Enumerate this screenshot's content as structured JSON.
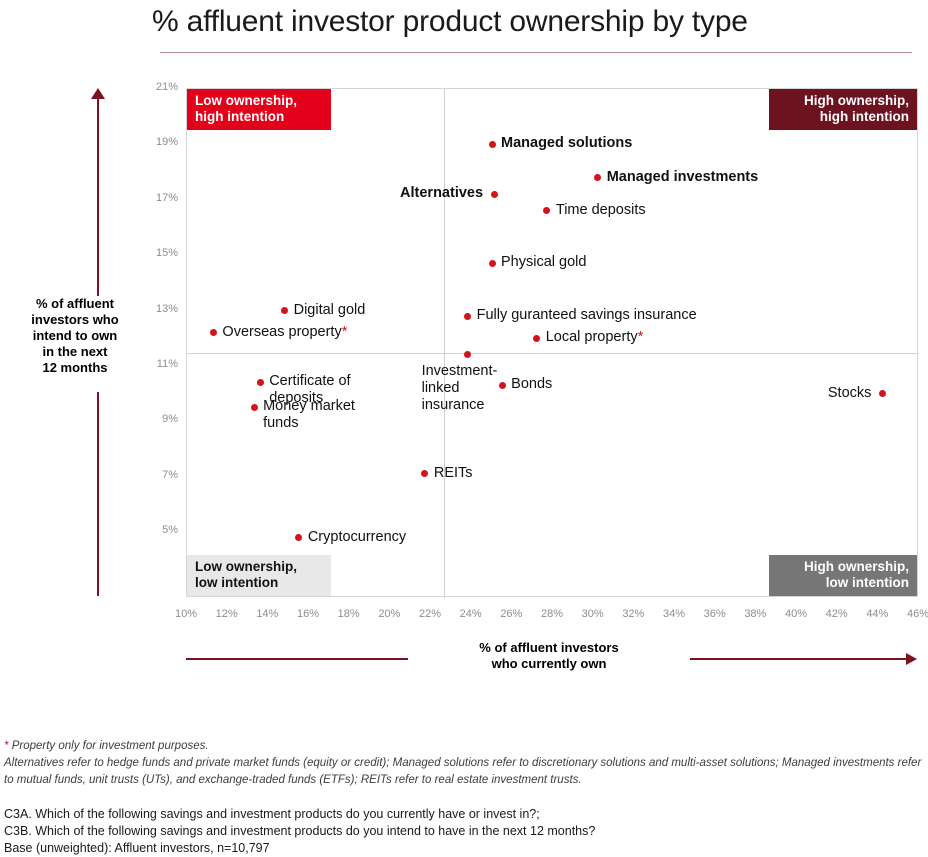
{
  "title": "% affluent investor product ownership by type",
  "axes": {
    "y_title": "% of affluent\ninvestors who\nintend to own\nin the next\n12 months",
    "x_title": "% of affluent investors\nwho currently own",
    "y_ticks": [
      "21%",
      "19%",
      "17%",
      "15%",
      "13%",
      "11%",
      "9%",
      "7%",
      "5%"
    ],
    "x_ticks": [
      "10%",
      "12%",
      "14%",
      "16%",
      "18%",
      "20%",
      "22%",
      "24%",
      "26%",
      "28%",
      "30%",
      "32%",
      "34%",
      "36%",
      "38%",
      "40%",
      "42%",
      "44%",
      "46%"
    ]
  },
  "quadrants": {
    "top_left": "Low ownership,\nhigh intention",
    "top_right": "High ownership,\nhigh intention",
    "bottom_left": "Low ownership,\nlow intention",
    "bottom_right": "High ownership,\nlow intention"
  },
  "footnotes": {
    "asterisk_note": "Property only for investment purposes.",
    "definitions": "Alternatives refer to hedge funds and private market funds (equity or credit); Managed solutions refer to discretionary solutions and multi-asset solutions; Managed investments refer to mutual funds, unit trusts (UTs), and exchange-traded funds (ETFs); REITs refer to real estate investment trusts.",
    "source": "C3A. Which of the following savings and investment products do you currently have or invest in?;\nC3B. Which of the following savings and investment products do you intend to have in the next 12 months?\nBase (unweighted): Affluent investors, n=10,797"
  },
  "colors": {
    "dot": "#d5121a",
    "quadrant_high_high": "#6d1220",
    "quadrant_low_high": "#e3001b",
    "quadrant_low_low": "#e8e8e8",
    "quadrant_high_low": "#767676",
    "arrow": "#7b1220",
    "title_rule": "#b08a90"
  },
  "chart_data": {
    "type": "scatter",
    "title": "% affluent investor product ownership by type",
    "xlabel": "% of affluent investors who currently own",
    "ylabel": "% of affluent investors who intend to own in the next 12 months",
    "xlim": [
      10,
      46
    ],
    "ylim": [
      5,
      21
    ],
    "grid": false,
    "legend": "none",
    "quadrant_split": {
      "x": 22.6,
      "y": 11.7
    },
    "points": [
      {
        "label": "Managed solutions",
        "x": 25.0,
        "y": 19.0,
        "bold": true,
        "label_side": "right"
      },
      {
        "label": "Managed investments",
        "x": 30.2,
        "y": 17.8,
        "bold": true,
        "label_side": "right"
      },
      {
        "label": "Alternatives",
        "x": 25.1,
        "y": 17.2,
        "bold": true,
        "label_side": "left"
      },
      {
        "label": "Time deposits",
        "x": 27.7,
        "y": 16.6,
        "bold": false,
        "label_side": "right"
      },
      {
        "label": "Physical gold",
        "x": 25.0,
        "y": 14.7,
        "bold": false,
        "label_side": "right"
      },
      {
        "label": "Digital gold",
        "x": 14.8,
        "y": 13.0,
        "bold": false,
        "label_side": "right"
      },
      {
        "label": "Fully guranteed savings insurance",
        "x": 23.8,
        "y": 12.8,
        "bold": false,
        "label_side": "right"
      },
      {
        "label": "Overseas property*",
        "x": 11.3,
        "y": 12.2,
        "bold": false,
        "label_side": "right"
      },
      {
        "label": "Local property*",
        "x": 27.2,
        "y": 12.0,
        "bold": false,
        "label_side": "right"
      },
      {
        "label": "Investment-linked insurance",
        "x": 23.8,
        "y": 11.4,
        "bold": false,
        "label_side": "below"
      },
      {
        "label": "Certificate of deposits",
        "x": 13.6,
        "y": 10.4,
        "bold": false,
        "label_side": "right"
      },
      {
        "label": "Bonds",
        "x": 25.5,
        "y": 10.3,
        "bold": false,
        "label_side": "right"
      },
      {
        "label": "Stocks",
        "x": 44.2,
        "y": 10.0,
        "bold": false,
        "label_side": "left"
      },
      {
        "label": "Money market funds",
        "x": 13.3,
        "y": 9.5,
        "bold": false,
        "label_side": "right"
      },
      {
        "label": "REITs",
        "x": 21.7,
        "y": 7.1,
        "bold": false,
        "label_side": "right"
      },
      {
        "label": "Cryptocurrency",
        "x": 15.5,
        "y": 4.8,
        "bold": false,
        "label_side": "right"
      }
    ]
  }
}
